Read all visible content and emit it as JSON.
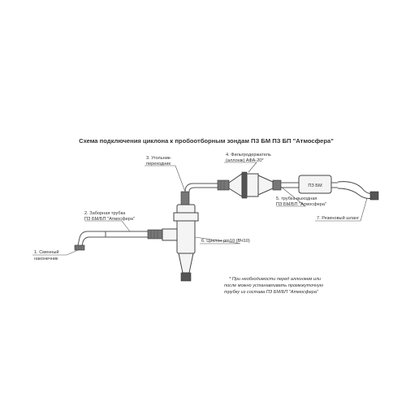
{
  "diagram": {
    "title": "Схема подключения циклона к пробоотборным зондам ПЗ БМ ПЗ БП \"Атмосфера\"",
    "labels": {
      "item1_line1": "1. Сменный",
      "item1_line2": "наконечник",
      "item2_line1": "2. Заборная трубка",
      "item2_line2": "ПЗ БМ/БП \"Атмосфера\"",
      "item3_line1": "3. Угольник-",
      "item3_line2": "переходник",
      "item4_line1": "4. Фильтродержатель",
      "item4_line2": "(аллонж) АФА-20*",
      "item5_line1": "5. трубка выходная",
      "item5_line2": "ПЗ БМ/БП \"Атмосфера\"",
      "item6": "6. Циклон рm10 (ВЧ10)",
      "item7": "7. Резиновый шланг",
      "box": "ПЗ БМ"
    },
    "note": {
      "line1": "* При необходимости перед аллонжем или",
      "line2": "после можно устанавливать промежуточную",
      "line3": "трубку из состава ПЗ БМ/БП \"Атмосфера\""
    }
  }
}
